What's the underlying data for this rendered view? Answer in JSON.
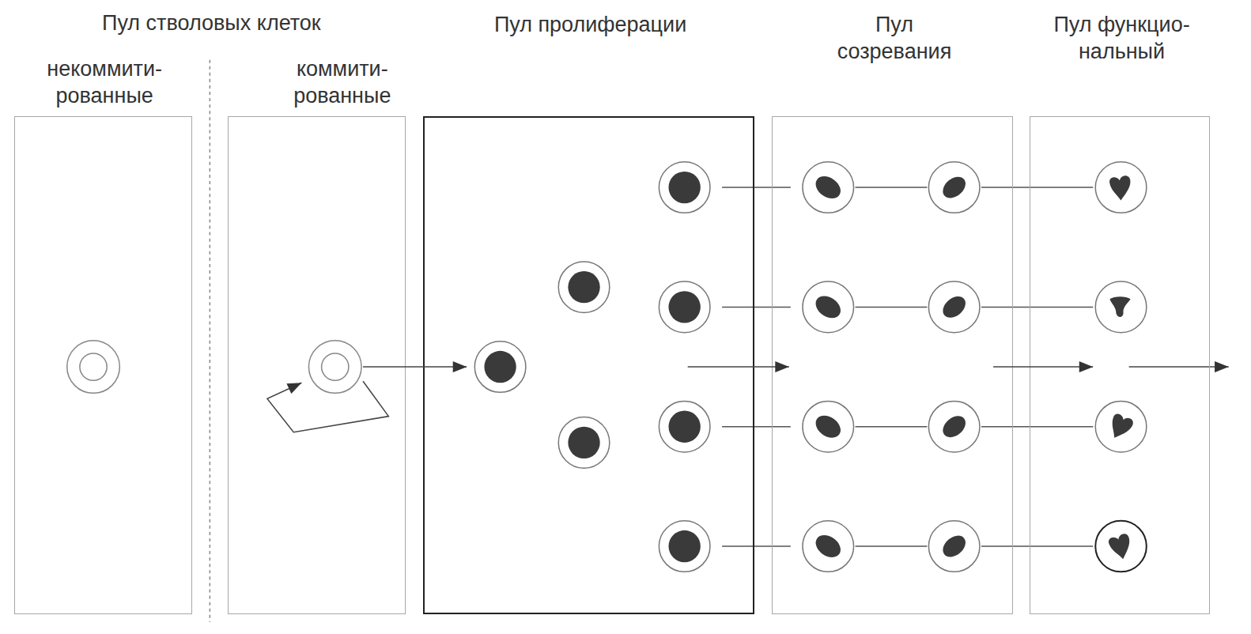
{
  "diagram": {
    "nodes": [
      {
        "text": [
          "некоммити- рованные"
        ]
      },
      {
        "text": [
          "коммити- рованные"
        ]
      },
      {
        "text": [
          "Пул пролиферации"
        ]
      },
      {
        "text": [
          "Пул созревания"
        ]
      },
      {
        "text": [
          "Пул функцио- нальный"
        ]
      }
    ],
    "edges": [
      {
        "from": 1,
        "to": 2,
        "arrow": "to"
      },
      {
        "from": 2,
        "to": 3,
        "arrow": "to"
      },
      {
        "from": 3,
        "to": 4,
        "arrow": "to"
      }
    ],
    "labels": [
      "Пул стволовых клеток"
    ]
  }
}
